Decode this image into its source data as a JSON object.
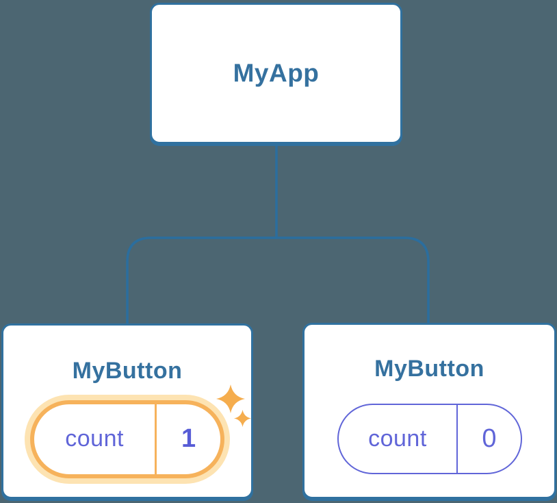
{
  "colors": {
    "background": "#4c6672",
    "node_fill": "#ffffff",
    "node_border": "#30719f",
    "node_label": "#35719f",
    "connector": "#2b6e9e",
    "state_purple": "#6065d8",
    "state_value_bold": "#575cd6",
    "highlight_orange": "#f6b25b",
    "highlight_glow": "#fde3b2",
    "sparkle": "#f5ad4e"
  },
  "nodes": {
    "app": {
      "label": "MyApp"
    },
    "button_highlighted": {
      "label": "MyButton",
      "state": {
        "name": "count",
        "value": "1"
      }
    },
    "button_default": {
      "label": "MyButton",
      "state": {
        "name": "count",
        "value": "0"
      }
    }
  }
}
